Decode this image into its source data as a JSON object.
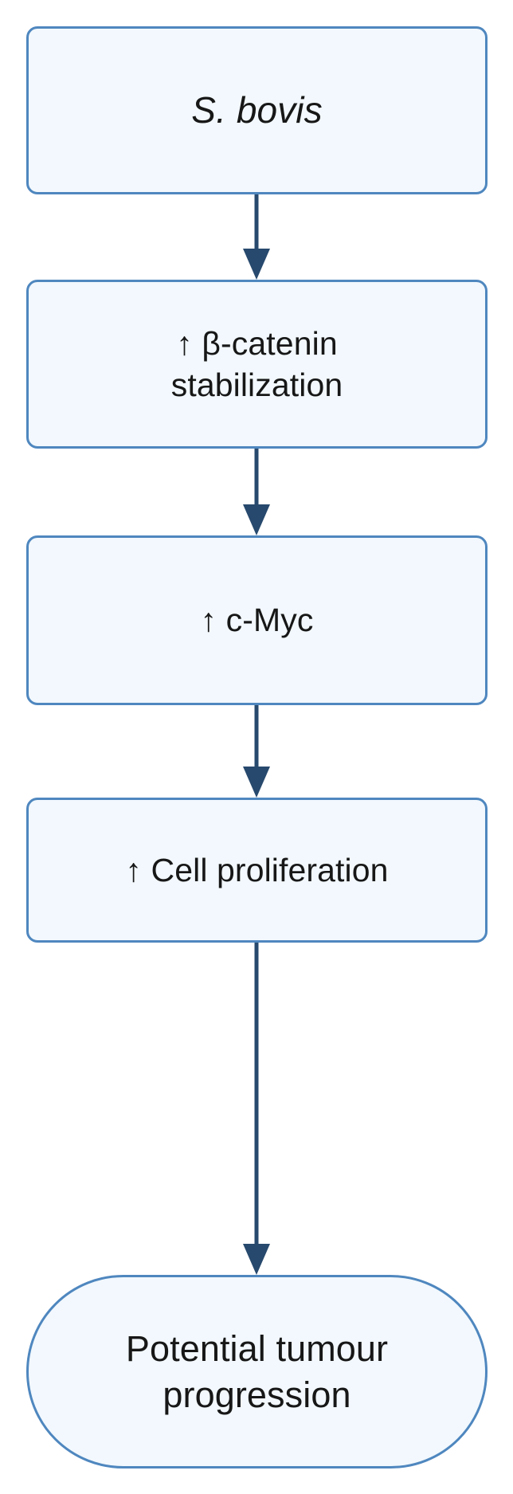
{
  "diagram": {
    "title": "S. bovis beta-catenin c-Myc tumour progression pathway",
    "orientation": "top-to-bottom",
    "colors": {
      "node_border": "#4f87bf",
      "node_fill": "#f2f8fd",
      "edge": "#27496d",
      "text": "#171717",
      "background": "#ffffff"
    },
    "nodes": [
      {
        "id": "sbovis",
        "shape": "rounded-rectangle",
        "label": "S. bovis",
        "style": "italic"
      },
      {
        "id": "bcatenin",
        "shape": "rounded-rectangle",
        "label": "↑ β-catenin\nstabilization",
        "style": "normal"
      },
      {
        "id": "cmyc",
        "shape": "rounded-rectangle",
        "label": "↑ c-Myc",
        "style": "normal"
      },
      {
        "id": "proliferation",
        "shape": "rounded-rectangle",
        "label": "↑ Cell proliferation",
        "style": "normal"
      },
      {
        "id": "tumour",
        "shape": "stadium",
        "label": "Potential tumour\nprogression",
        "style": "normal"
      }
    ],
    "edges": [
      {
        "id": "e1",
        "from": "sbovis",
        "to": "bcatenin",
        "label": "",
        "arrow": "arrowhead-down"
      },
      {
        "id": "e2",
        "from": "bcatenin",
        "to": "cmyc",
        "label": "",
        "arrow": "arrowhead-down"
      },
      {
        "id": "e3",
        "from": "cmyc",
        "to": "proliferation",
        "label": "",
        "arrow": "arrowhead-down"
      },
      {
        "id": "e4",
        "from": "proliferation",
        "to": "tumour",
        "label": "",
        "arrow": "arrowhead-down"
      }
    ]
  }
}
